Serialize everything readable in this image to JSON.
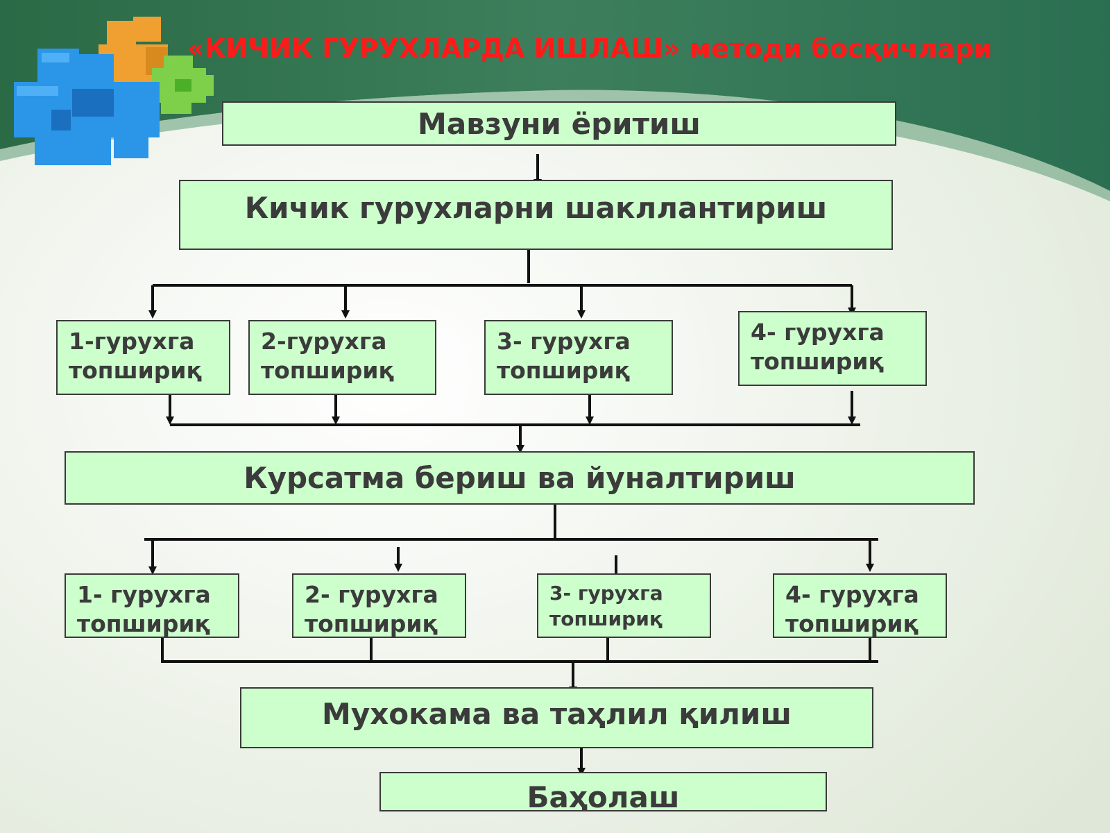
{
  "title": "«КИЧИК ГУРУХЛАРДА ИШЛАШ» методи босқичлари",
  "steps": {
    "topic": "Мавзуни ёритиш",
    "form_groups": "Кичик гурухларни шакллантириш",
    "guidance": "Курсатма бериш ва йуналтириш",
    "discussion": "Мухокама ва таҳлил қилиш",
    "evaluation": "Баҳолаш"
  },
  "tasks_round1": [
    {
      "line1": "1-гурухга",
      "line2": "топшириқ"
    },
    {
      "line1": "2-гурухга",
      "line2": "топшириқ"
    },
    {
      "line1": "3- гурухга",
      "line2": "топшириқ"
    },
    {
      "line1": "4- гурухга",
      "line2": "топшириқ"
    }
  ],
  "tasks_round2": [
    {
      "line1": "1- гурухга",
      "line2": "топшириқ"
    },
    {
      "line1": "2- гурухга",
      "line2": "топшириқ"
    },
    {
      "line1": "3- гурухга",
      "line2": "топшириқ"
    },
    {
      "line1": "4- гуруҳга",
      "line2": "топшириқ"
    }
  ],
  "colors": {
    "title": "#ff1a1a",
    "box_fill": "#ccffcc",
    "box_text": "#3b3b3b",
    "header_green": "#2f6f4c"
  }
}
